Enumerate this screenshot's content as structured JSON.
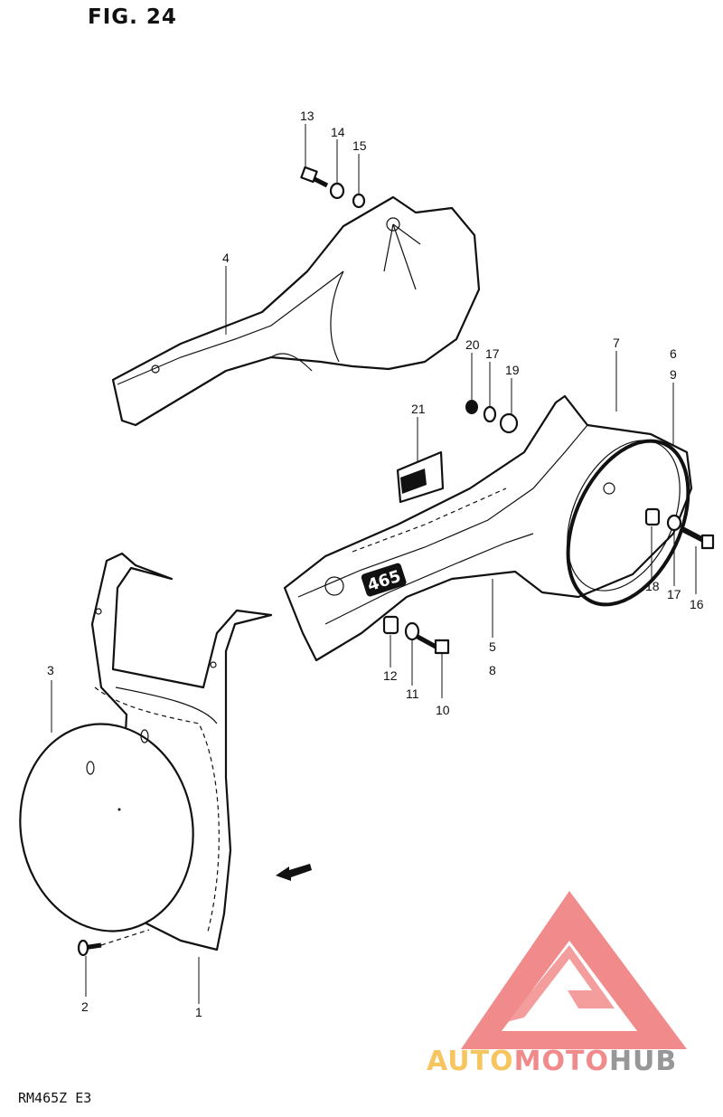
{
  "figure": {
    "title": "FIG. 24"
  },
  "model_code": "RM465Z  E3",
  "emblem_text": "465",
  "callouts": [
    {
      "label": "13"
    },
    {
      "label": "14"
    },
    {
      "label": "15"
    },
    {
      "label": "4"
    },
    {
      "label": "20"
    },
    {
      "label": "17"
    },
    {
      "label": "19"
    },
    {
      "label": "7"
    },
    {
      "label": "6"
    },
    {
      "label": "9"
    },
    {
      "label": "21"
    },
    {
      "label": "18"
    },
    {
      "label": "17"
    },
    {
      "label": "16"
    },
    {
      "label": "5"
    },
    {
      "label": "8"
    },
    {
      "label": "12"
    },
    {
      "label": "11"
    },
    {
      "label": "10"
    },
    {
      "label": "3"
    },
    {
      "label": "2"
    },
    {
      "label": "1"
    }
  ],
  "watermark": {
    "word_part1": "AUTO",
    "word_part2": "MOTO",
    "word_part3": "HUB",
    "colors": {
      "auto": "#f6bf4f",
      "moto": "#f07f7f",
      "hub": "#8c8c8c",
      "triangle": "#f07f7f"
    }
  }
}
